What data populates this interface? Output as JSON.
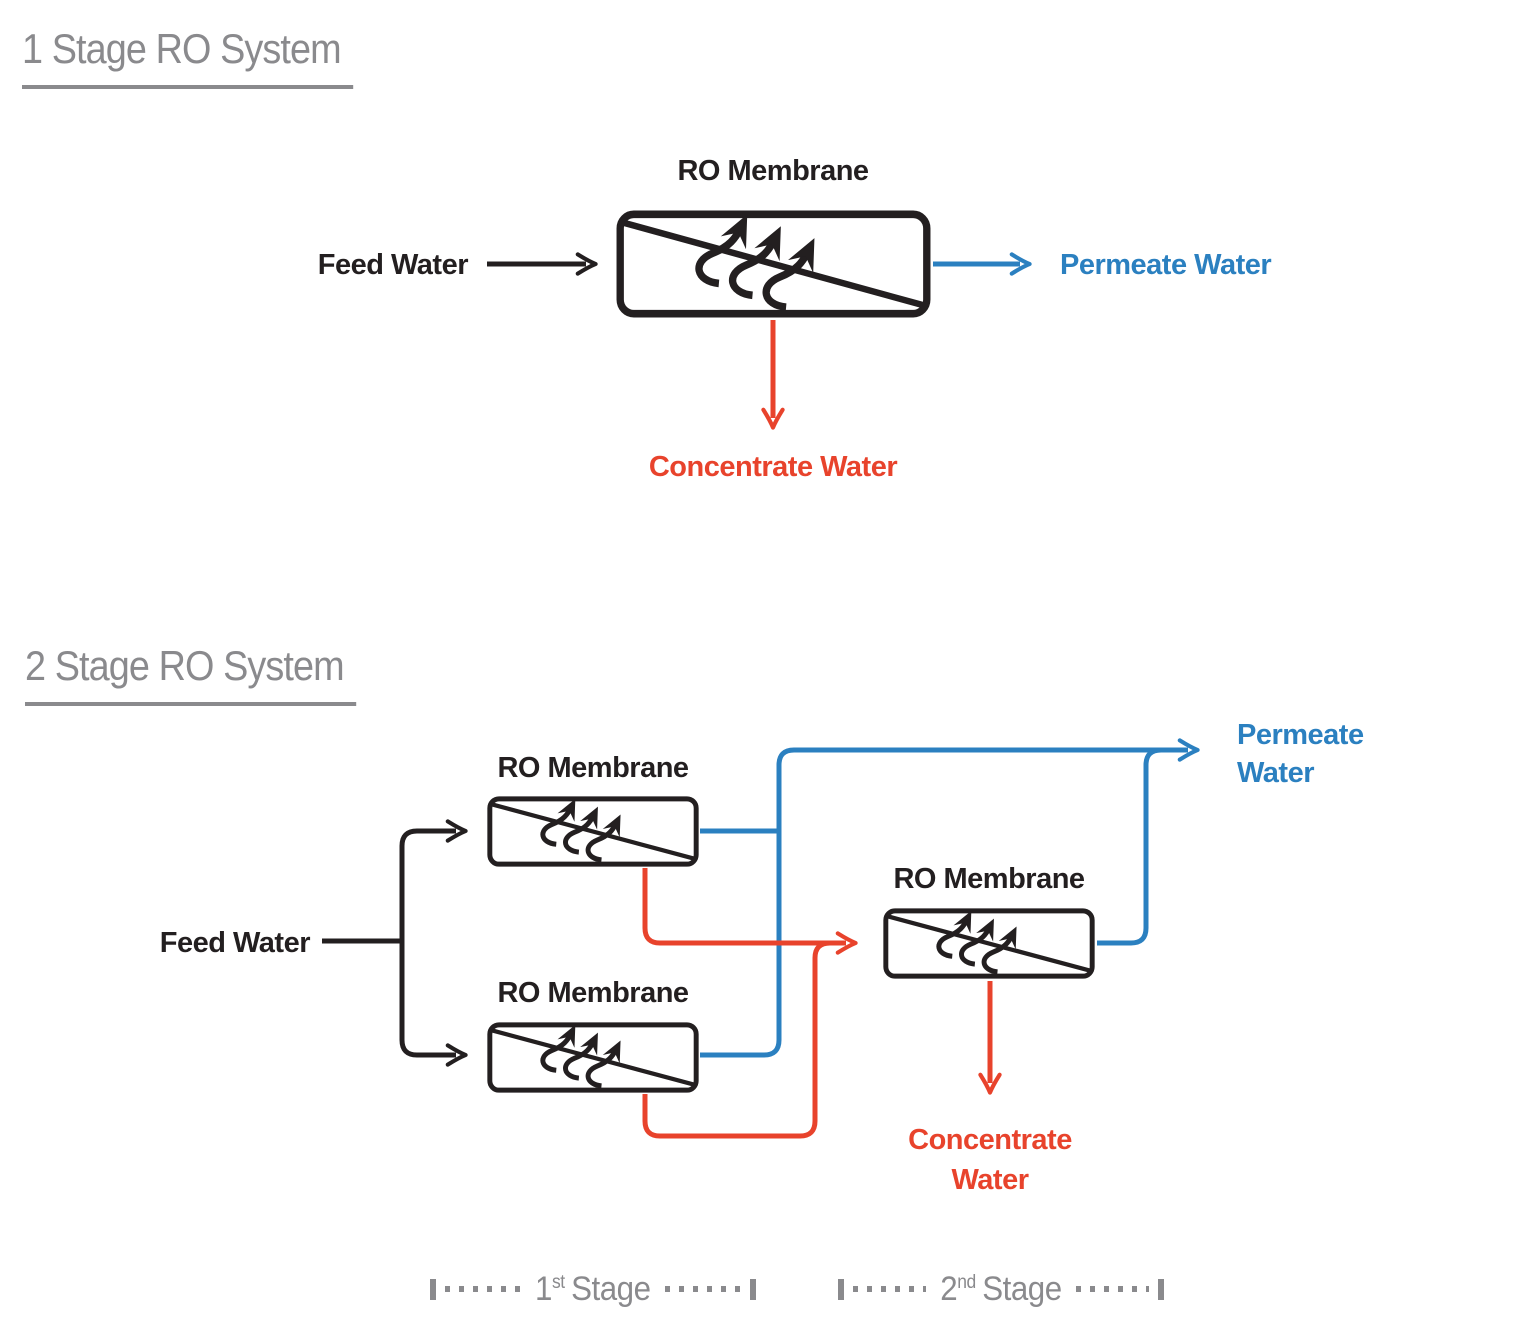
{
  "page": {
    "background": "#ffffff"
  },
  "colors": {
    "line_black": "#231f20",
    "permeate_blue": "#2b80c0",
    "concentrate_red": "#e8432c",
    "title_gray": "#8a8a8d"
  },
  "flows": {
    "feed": "black",
    "permeate": "blue",
    "concentrate": "red"
  },
  "diagram1": {
    "title": "1 Stage RO System",
    "membrane_label": "RO Membrane",
    "feed_label": "Feed Water",
    "permeate_label": "Permeate Water",
    "concentrate_label": "Concentrate Water"
  },
  "diagram2": {
    "title": "2 Stage RO System",
    "membrane_label_top": "RO Membrane",
    "membrane_label_bottom": "RO Membrane",
    "membrane_label_stage2": "RO Membrane",
    "feed_label": "Feed Water",
    "permeate_label": "Permeate Water",
    "concentrate_label": "Concentrate Water"
  },
  "stage_markers": [
    {
      "num": "1",
      "sup": "st",
      "word": "Stage"
    },
    {
      "num": "2",
      "sup": "nd",
      "word": "Stage"
    }
  ]
}
